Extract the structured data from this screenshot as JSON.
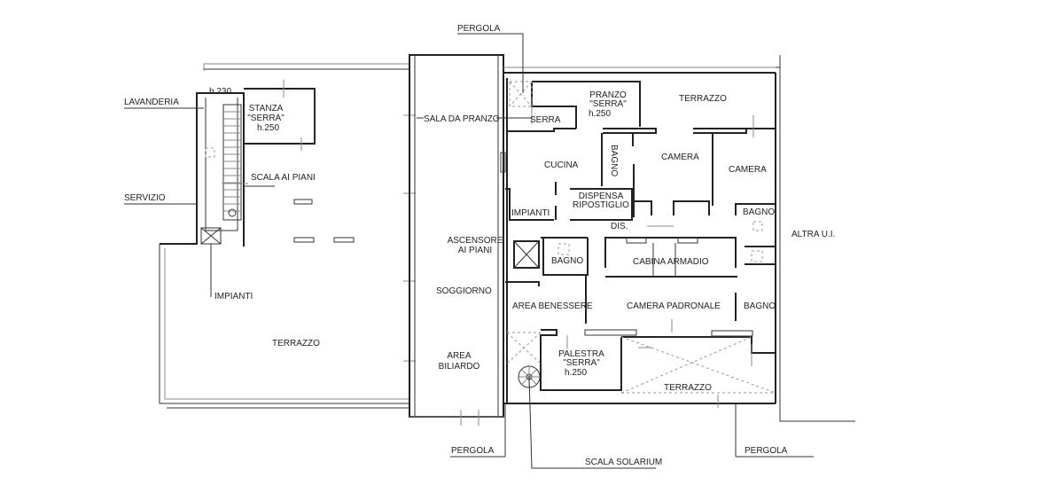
{
  "title": "Floor plan",
  "labels": {
    "pergola_top": "PERGOLA",
    "lavanderia": "LAVANDERIA",
    "h230": "h.230",
    "stanza_serra": [
      "STANZA",
      "\"SERRA\"",
      "h.250"
    ],
    "scala_ai_piani": "SCALA AI PIANI",
    "servizio": "SERVIZIO",
    "impianti_left": "IMPIANTI",
    "terrazzo_left": "TERRAZZO",
    "sala_da_pranzo": "SALA DA PRANZO",
    "soggiorno": "SOGGIORNO",
    "area_biliardo": [
      "AREA",
      "BILIARDO"
    ],
    "ascensore": [
      "ASCENSORE",
      "AI PIANI"
    ],
    "serra": "SERRA",
    "pranzo_serra": [
      "PRANZO",
      "\"SERRA\"",
      "h.250"
    ],
    "terrazzo_top": "TERRAZZO",
    "cucina": "CUCINA",
    "bagno_vertical": "BAGNO",
    "camera_1": "CAMERA",
    "camera_2": "CAMERA",
    "dispensa": [
      "DISPENSA",
      "RIPOSTIGLIO"
    ],
    "impianti_right": "IMPIANTI",
    "dis": "DIS.",
    "bagno_right": "BAGNO",
    "altra_ui": "ALTRA U.I.",
    "bagno_benessere": "BAGNO",
    "cabina_armadio": "CABINA ARMADIO",
    "area_benessere": "AREA BENESSERE",
    "camera_padronale": "CAMERA PADRONALE",
    "bagno_padronale": "BAGNO",
    "palestra_serra": [
      "PALESTRA",
      "\"SERRA\"",
      "h.250"
    ],
    "terrazzo_bottom": "TERRAZZO",
    "pergola_bottom_left": "PERGOLA",
    "scala_solarium": "SCALA SOLARIUM",
    "pergola_bottom_right": "PERGOLA"
  }
}
